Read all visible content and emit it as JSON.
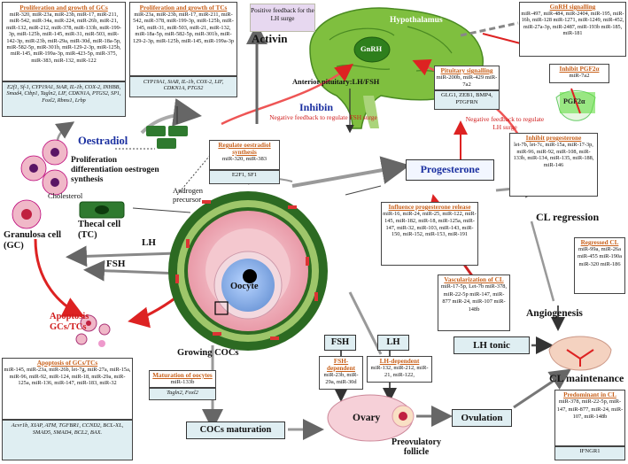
{
  "gc_prolif": {
    "title": "Proliferation and growth of GCs",
    "mirnas": "miR-320, miR-23a, miR-23b, miR-17, miR-211, miR-542, miR-34a, miR-224, miR-26b, miR-21, miR-132, miR-212, miR-378, miR-133b, miR-199-3p, miR-125b, miR-145, miR-31, miR-503, miR-142-3p, miR-23b, miR-29a, miR-30d, miR-18a-5p, miR-582-5p, miR-301b, miR-129-2-3p, miR-125b, miR-145, miR-199a-3p, miR-423-5p, miR-375, miR-383, miR-132, miR-122",
    "genes": "E2f1, Sf-1, CYP19A1, StAR, IL-1b, COX-2, INHBB, Smad4, Ctbp1, Tagln2, LIF, CDKN1A, PTGS2, SP1, Foxl2, Rbms1, Lrbp"
  },
  "tc_prolif": {
    "title": "Proliferation and growth of TCs",
    "mirnas": "miR-23a, miR-23b, miR-17, miR-211, miR-542, miR-378, miR-199-3p, miR-125b, miR-145, miR-31, miR-503, miR-21, miR-132, miR-18a-5p, miR-582-5p, miR-301b, miR-129-2-3p, miR-125b, miR-145, miR-199a-3p",
    "genes": "CYP19A1, StAR, IL-1b, COX-2, LIF, CDKN1A, PTGS2"
  },
  "pos_feedback": "Positive feedback for the LH surge",
  "activin": "Activin",
  "inhibin": "Inhibin",
  "neg_fsh": "Negative feedback to regulate FSH surge",
  "hypothalamus": "Hypothalamus",
  "gnrh": "GnRH",
  "ant_pituitary": "Anterior pituitary:LH/FSH",
  "pit_signal": {
    "title": "Pituitary signalling",
    "mirnas": "miR-200b, miR-429 miR-7a2",
    "genes": "GLG1, ZEB1, BMP4, PTGFRN"
  },
  "gnrh_signal": {
    "title": "GnRH signalling",
    "mirnas": "miR-497, miR-484, miR-2404, miR-195, miR-16b, miR-128 miR-1271, miR-1249, miR-452, miR-27a-3p, miR-2487, miR-193b miR-185, miR-181"
  },
  "inhibit_pgf": {
    "title": "Inhibit PGF2α",
    "mirnas": "miR-7a2"
  },
  "pgf": "PGF2α",
  "neg_lh": "Negative feedback to regulate LH surge",
  "inhibit_prog": {
    "title": "Inhibit progesterone",
    "mirnas": "let-7b, let-7c, miR-15a, miR-17-3p, miR-96, miR-92, miR-108, miR-133b, miR-134, miR-135, miR-188, miR-146"
  },
  "progesterone": "Progesterone",
  "cl_regression": "CL regression",
  "oestradiol": "Oestradiol",
  "reg_oest": {
    "title": "Regulate oestradiol synthesis",
    "mirnas": "miR-320, miR-383",
    "genes": "E2F1, SF1"
  },
  "prolif_label": "Proliferation differentiation oestrogen synthesis",
  "cholesterol": "Cholesterol",
  "androgen": "Androgen precursor",
  "gc_label": "Granulosa cell (GC)",
  "tc_label": "Thecal cell (TC)",
  "lh": "LH",
  "fsh": "FSH",
  "oocyte": "Oocyte",
  "apoptosis": "Apoptosis GCs/TCs",
  "apop_box": {
    "title": "Apoptosis of GCs/TCs",
    "mirnas": "miR-145, miR-23a, miR-26b, let-7g, miR-27a, miR-15a, miR-96, miR-92, miR-124, miR-18, miR-29a, miR-125a, miR-136, miR-147, miR-183, miR-32",
    "genes": "Acvr1b, XIAP, ATM, TGFBR1, CCND2, BCL-XL, SMAD5, SMAD4, BCL2, BAX."
  },
  "growing_cocs": "Growing COCs",
  "maturation": {
    "title": "Maturation of oocytes",
    "mirnas": "miR-133b",
    "genes": "Tagln2, Foxl2"
  },
  "cocs_maturation": "COCs maturation",
  "prog_release": {
    "title": "Influence progesterone release",
    "mirnas": "miR-16, miR-24, miR-25, miR-122, miR-145, miR-182, miR-18, miR-125a, miR-147, miR-32, miR-103, miR-143, miR-150, miR-152, miR-153, miR-191"
  },
  "regressed_cl": {
    "title": "Regressed CL",
    "mirnas": "miR-99a, miR-26a miR-455 miR-190a miR-320 miR-186"
  },
  "vasc_cl": {
    "title": "Vascularization of CL",
    "mirnas": "miR-17-5p, Let-7b miR-378, miR-22-5p miR-147, miR-877 miR-24, miR-107 miR-148b"
  },
  "angiogenesis": "Angiogenesis",
  "fsh2": "FSH",
  "lh2": "LH",
  "lh_tonic": "LH tonic",
  "cl_maint": "CL maintenance",
  "fsh_dep": {
    "title": "FSH-dependent",
    "mirnas": "miR-23b, miR-29a, miR-30d"
  },
  "lh_dep": {
    "title": "LH-dependent",
    "mirnas": "miR-132, miR-212, miR-21, miR-122,"
  },
  "ovary": "Ovary",
  "preovulatory": "Preovulatory follicle",
  "ovulation": "Ovulation",
  "predominant": {
    "title": "Predominant in CL",
    "mirnas": "miR-378, miR-22-5p, miR-147, miR-877, miR-24, miR-107, miR-148b",
    "genes": "IFNGR1"
  }
}
